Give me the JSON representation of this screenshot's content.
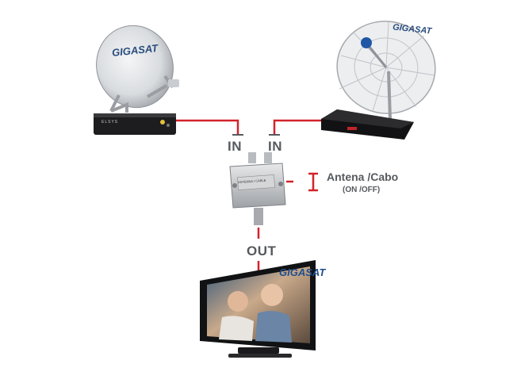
{
  "diagram": {
    "labels": {
      "in_left": "IN",
      "in_right": "IN",
      "out": "OUT",
      "switch_title": "Antena /Cabo",
      "switch_subtitle": "(ON /OFF)"
    },
    "brands": {
      "dish_left": "GIGASAT",
      "dish_right": "GIGASAT",
      "tv_screen": "GIGASAT",
      "receiver_left": "ELSYS",
      "switch_print": "ANTENNA / CABLE"
    },
    "colors": {
      "cable": "#d2232a",
      "label_text": "#555a5e",
      "brand_blue": "#2a4d7e"
    }
  }
}
